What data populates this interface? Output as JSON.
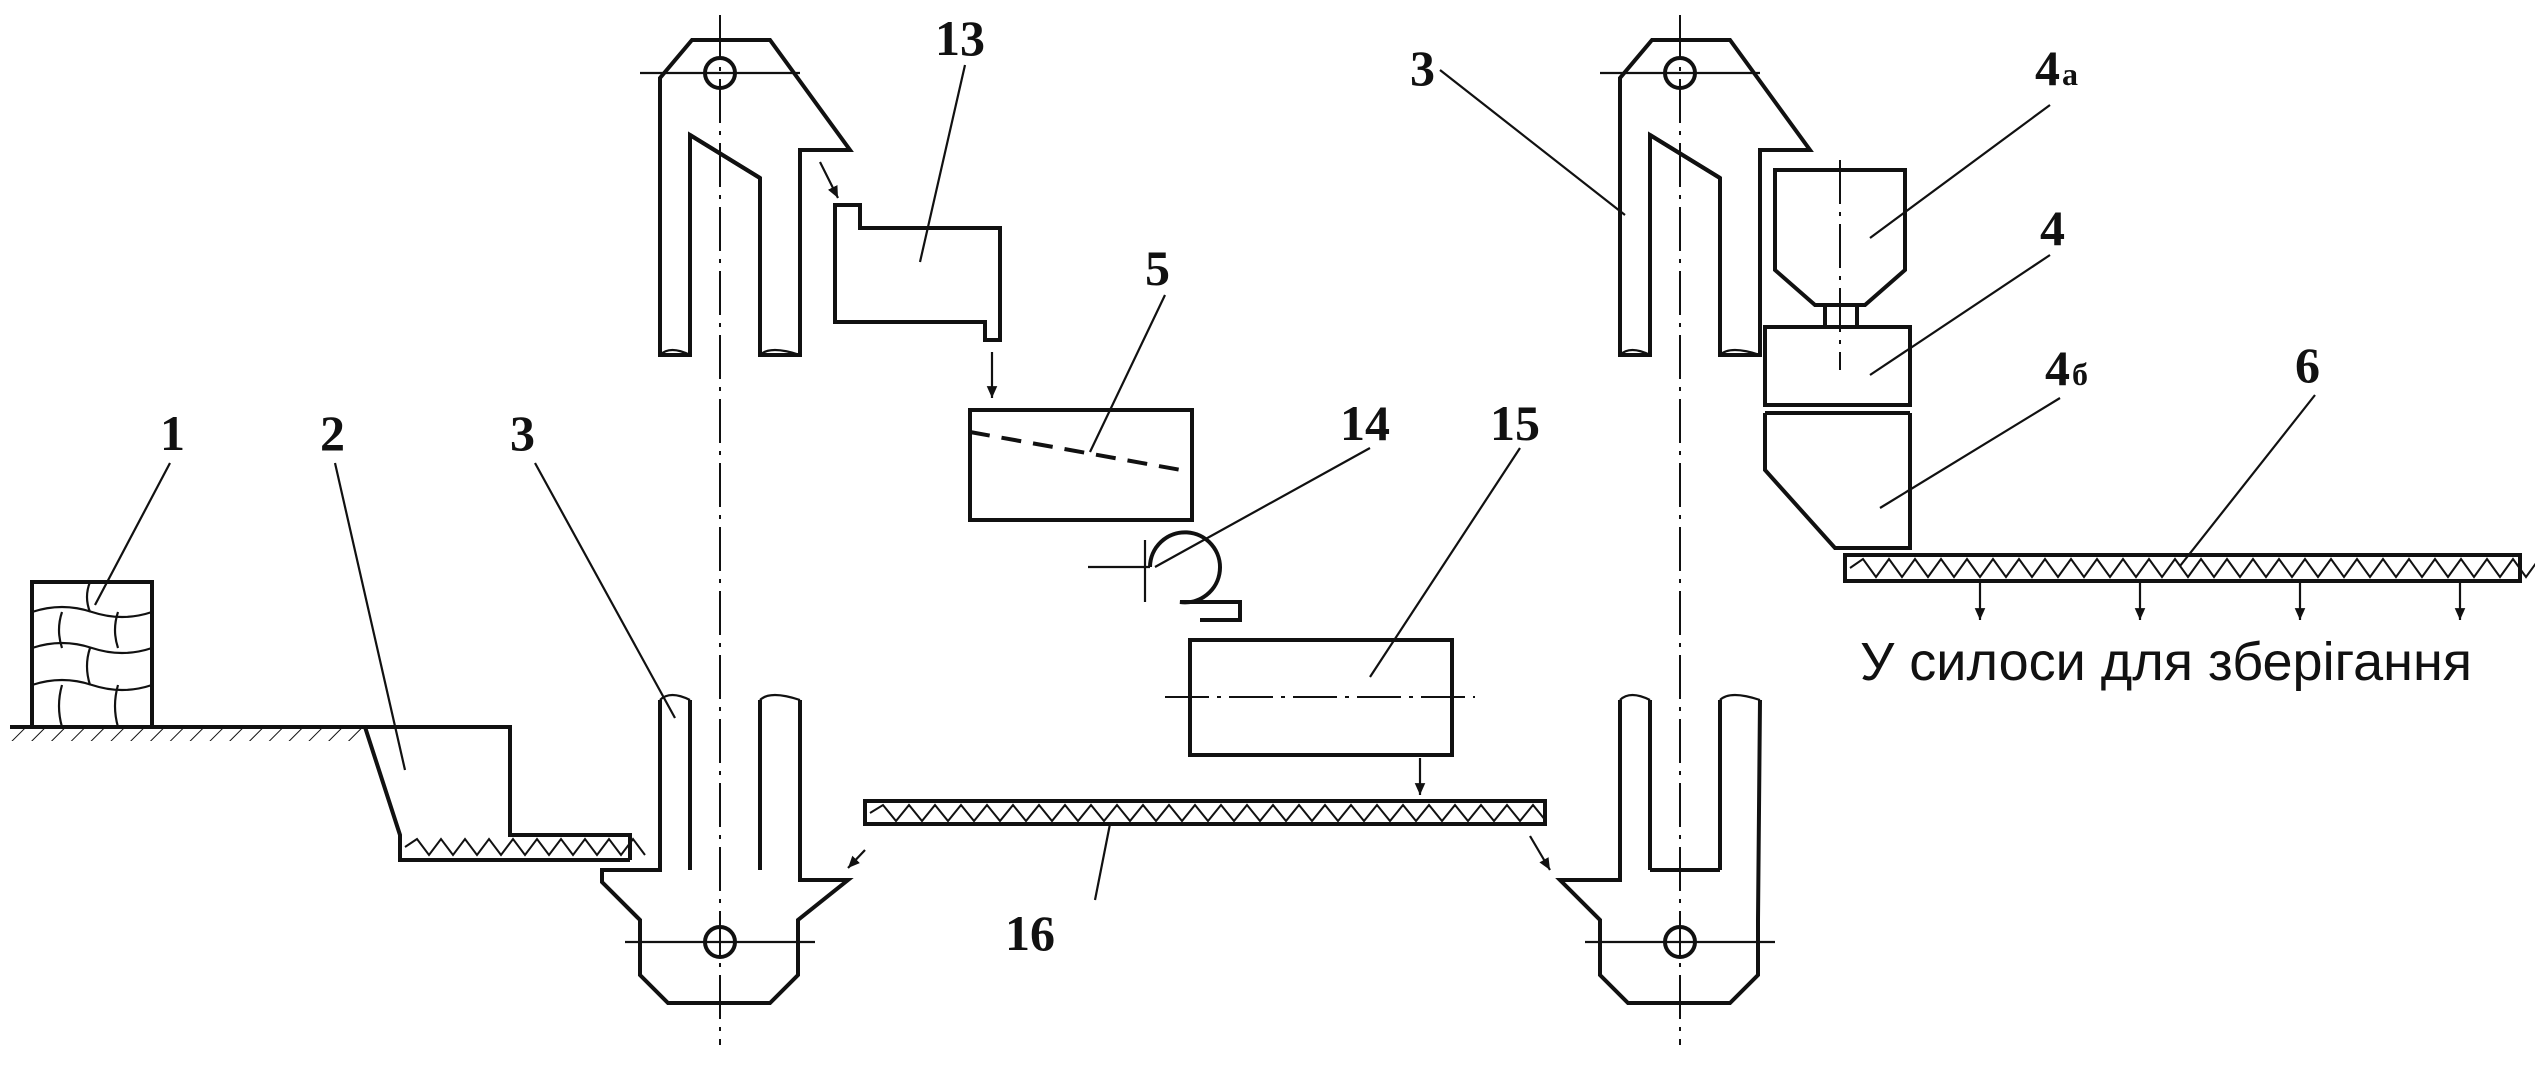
{
  "labels": {
    "bags": "1",
    "hopper": "2",
    "elevator_a": "3",
    "elevator_b": "3",
    "storage_hopper_main": "4",
    "storage_hopper_top_num": "4",
    "storage_hopper_top_sub": "а",
    "storage_hopper_bottom_num": "4",
    "storage_hopper_bottom_sub": "б",
    "sieve": "5",
    "conveyor_out": "6",
    "magnet": "13",
    "fan": "14",
    "dryer": "15",
    "conveyor_mid": "16"
  },
  "caption": "У силоси для зберігання"
}
